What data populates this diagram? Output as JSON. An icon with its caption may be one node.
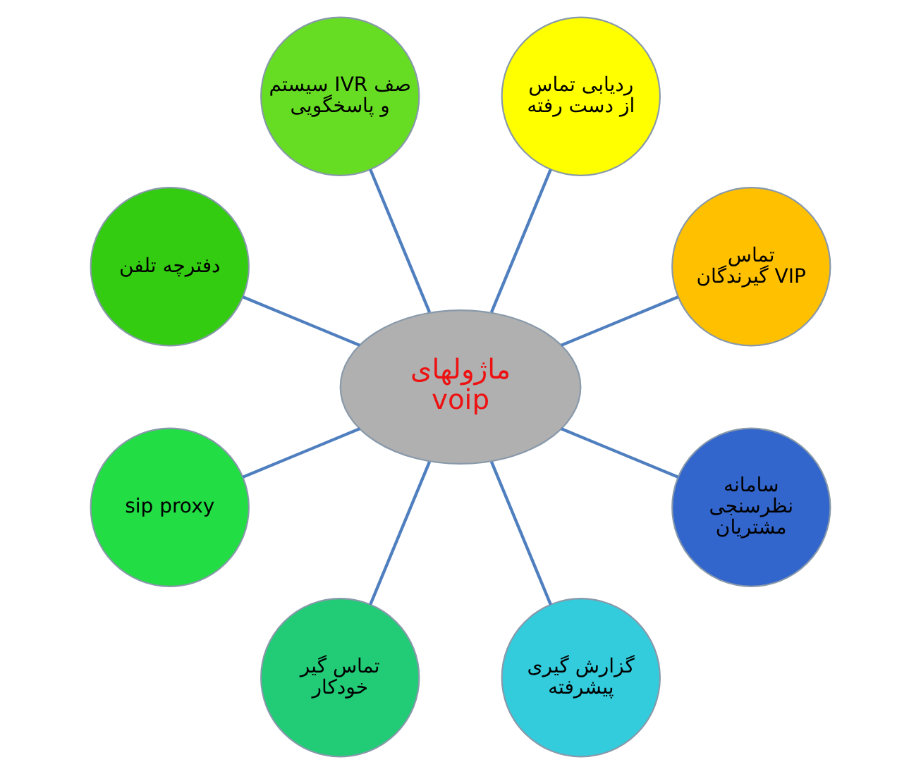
{
  "diagram": {
    "nodes": [
      {
        "text": [
          "ماژولهای voip"
        ]
      },
      {
        "text": [
          "تماس گیرندگان VIP"
        ]
      },
      {
        "text": [
          "ردیابی تماس از دست رفته"
        ]
      },
      {
        "text": [
          "سیستم IVR صف و پاسخگویی"
        ]
      },
      {
        "text": [
          "دفترچه تلفن"
        ]
      },
      {
        "text": [
          "sip proxy"
        ]
      },
      {
        "text": [
          "تماس گیر خودکار"
        ]
      },
      {
        "text": [
          "گزارش گیری پیشرفته"
        ]
      },
      {
        "text": [
          "سامانه نظرسنجی مشتریان"
        ]
      }
    ],
    "edges": [
      {
        "from": 0,
        "to": 1,
        "arrow": "none"
      },
      {
        "from": 0,
        "to": 2,
        "arrow": "none"
      },
      {
        "from": 0,
        "to": 3,
        "arrow": "none"
      },
      {
        "from": 0,
        "to": 4,
        "arrow": "none"
      },
      {
        "from": 0,
        "to": 5,
        "arrow": "none"
      },
      {
        "from": 0,
        "to": 6,
        "arrow": "none"
      },
      {
        "from": 0,
        "to": 7,
        "arrow": "none"
      },
      {
        "from": 0,
        "to": 8,
        "arrow": "none"
      }
    ]
  }
}
